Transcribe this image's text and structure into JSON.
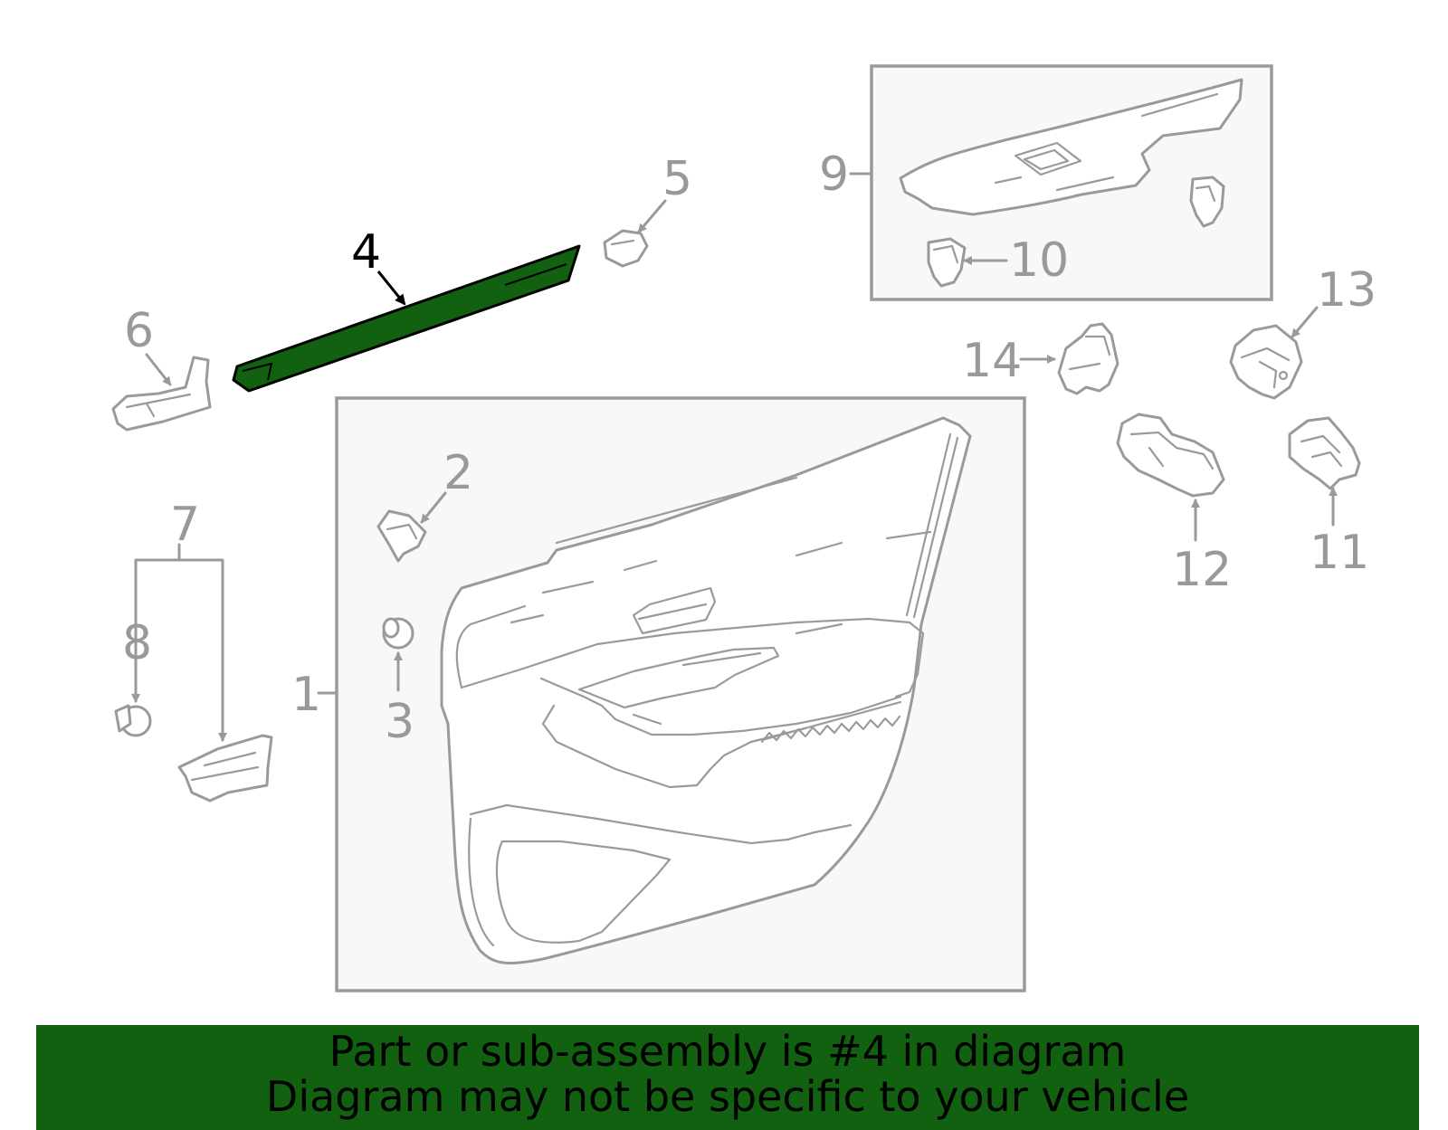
{
  "diagram": {
    "highlight_color": "#116110",
    "line_color": "#9a9a9a",
    "callouts": [
      {
        "id": "1",
        "label": "1"
      },
      {
        "id": "2",
        "label": "2"
      },
      {
        "id": "3",
        "label": "3"
      },
      {
        "id": "4",
        "label": "4",
        "highlighted": true
      },
      {
        "id": "5",
        "label": "5"
      },
      {
        "id": "6",
        "label": "6"
      },
      {
        "id": "7",
        "label": "7"
      },
      {
        "id": "8",
        "label": "8"
      },
      {
        "id": "9",
        "label": "9"
      },
      {
        "id": "10",
        "label": "10"
      },
      {
        "id": "11",
        "label": "11"
      },
      {
        "id": "12",
        "label": "12"
      },
      {
        "id": "13",
        "label": "13"
      },
      {
        "id": "14",
        "label": "14"
      }
    ]
  },
  "banner": {
    "line1": "Part or sub-assembly is #4 in diagram",
    "line2": "Diagram may not be specific to your vehicle",
    "background": "#116110"
  }
}
